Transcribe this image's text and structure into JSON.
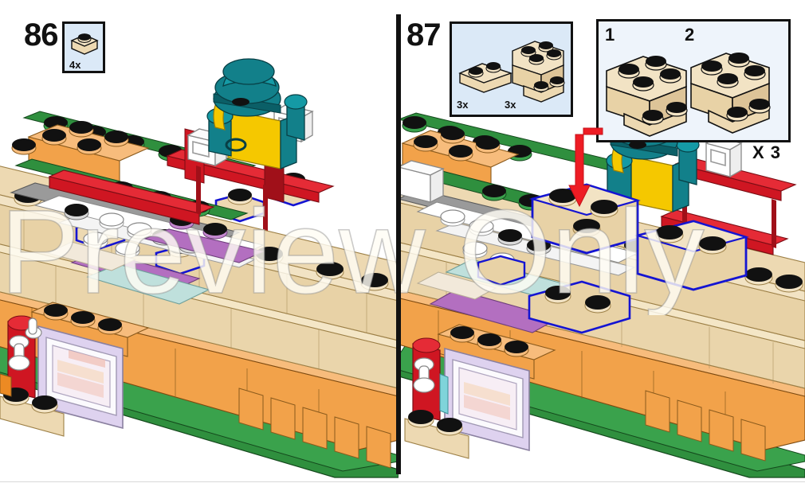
{
  "page": {
    "title": "LEGO building instructions",
    "watermark": "Preview Only",
    "background": "#ffffff"
  },
  "colors": {
    "tan": "#e8d2a6",
    "tan_light": "#f2e3c4",
    "tan_dark": "#cdb487",
    "orange": "#f2a24a",
    "orange_dark": "#e07f1f",
    "orange_light": "#f7bc7c",
    "green": "#2f8f3e",
    "green_dark": "#1f6b2b",
    "grey": "#9a9a9a",
    "grey_dark": "#6f6f6f",
    "white": "#ffffff",
    "purple": "#b36fc0",
    "lavender": "#ded2ef",
    "mint": "#bfe0dc",
    "red": "#cf1622",
    "red_dark": "#a01019",
    "teal": "#12808a",
    "teal_dark": "#0b5f67",
    "yellow": "#f5c800",
    "blue_highlight": "#1414d2",
    "callout_bg": "#dbe9f7",
    "subassembly_bg": "#eef4fb",
    "arrow_red": "#ee1c24",
    "outline": "#111111",
    "stud_top": "#111111"
  },
  "steps": [
    {
      "id": "step-86",
      "number": "86",
      "parts": [
        {
          "name": "plate-1x1",
          "quantity": "4x",
          "color": "tan"
        }
      ],
      "highlight_color": "#1414d2",
      "new_piece_count": 4
    },
    {
      "id": "step-87",
      "number": "87",
      "parts": [
        {
          "name": "plate-1x2",
          "quantity": "3x",
          "color": "tan"
        },
        {
          "name": "bracket-plate-2x2-2x2",
          "quantity": "3x",
          "color": "tan"
        }
      ],
      "subassembly": {
        "labels": [
          "1",
          "2"
        ],
        "multiplier": "X 3",
        "pieces": [
          {
            "name": "bracket-assembly-step-1",
            "color": "tan"
          },
          {
            "name": "bracket-assembly-step-2",
            "color": "tan"
          }
        ]
      },
      "arrow": {
        "name": "placement-arrow",
        "color": "#ee1c24",
        "direction": "down-left"
      },
      "highlight_color": "#1414d2"
    }
  ],
  "model": {
    "description": "Isometric view of a modular building wall section with roof edging",
    "elements": [
      {
        "name": "green-baseplate-edge",
        "color": "#2f8f3e"
      },
      {
        "name": "tan-brick-wall",
        "color": "#e8d2a6"
      },
      {
        "name": "orange-brick-course",
        "color": "#f2a24a"
      },
      {
        "name": "window-frame",
        "color": "#ded2ef"
      },
      {
        "name": "red-awning",
        "color": "#cf1622"
      },
      {
        "name": "minifigure",
        "color": "#12808a"
      },
      {
        "name": "grey-roof-tiles",
        "color": "#9a9a9a"
      },
      {
        "name": "purple-tiles",
        "color": "#b36fc0"
      },
      {
        "name": "mint-tiles",
        "color": "#bfe0dc"
      },
      {
        "name": "white-tiles",
        "color": "#ffffff"
      },
      {
        "name": "white-lantern",
        "color": "#ffffff"
      }
    ]
  }
}
